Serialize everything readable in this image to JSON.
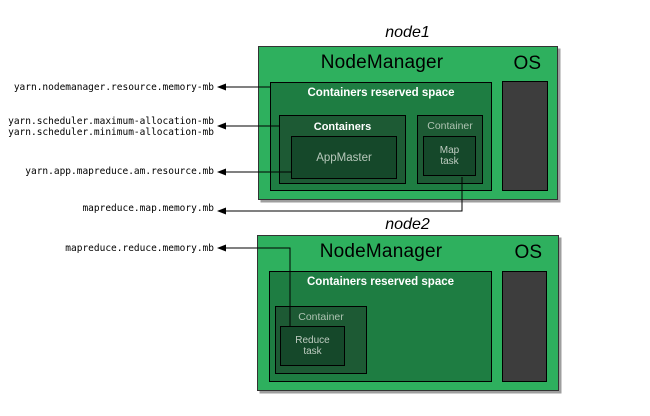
{
  "params": {
    "nm_resource": "yarn.nodemanager.resource.memory-mb",
    "sched_max": "yarn.scheduler.maximum-allocation-mb",
    "sched_min": "yarn.scheduler.minimum-allocation-mb",
    "am_resource": "yarn.app.mapreduce.am.resource.mb",
    "map_memory": "mapreduce.map.memory.mb",
    "reduce_memory": "mapreduce.reduce.memory.mb"
  },
  "nodes": [
    {
      "title": "node1",
      "manager": "NodeManager",
      "os": "OS",
      "reserved": "Containers reserved space",
      "containers": "Containers",
      "appmaster": "AppMaster",
      "container": "Container",
      "task_line1": "Map",
      "task_line2": "task"
    },
    {
      "title": "node2",
      "manager": "NodeManager",
      "os": "OS",
      "reserved": "Containers reserved space",
      "container": "Container",
      "task_line1": "Reduce",
      "task_line2": "task"
    }
  ],
  "colors": {
    "node_bg": "#2eb05e",
    "reserved_bg": "#1e7d42",
    "container_bg": "#1d5a34",
    "task_bg": "#15482a",
    "os_box_bg": "#3d3d3d",
    "connector": "#000000"
  }
}
